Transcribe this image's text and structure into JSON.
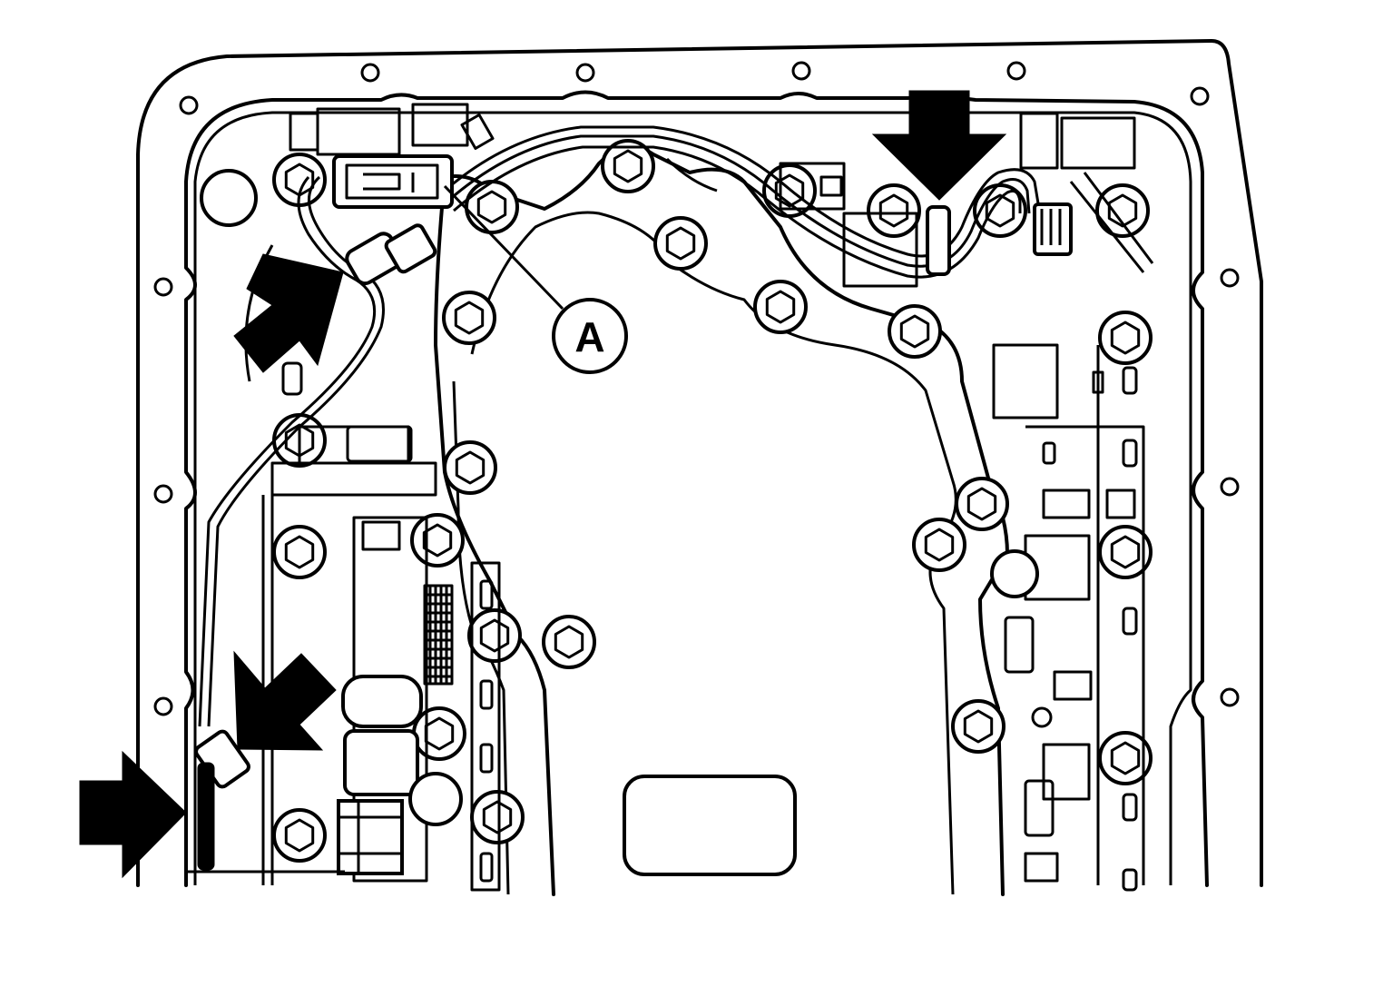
{
  "diagram": {
    "callouts": [
      {
        "id": "A",
        "label": "A"
      }
    ],
    "arrows": [
      {
        "name": "arrow-top-right",
        "direction": "down"
      },
      {
        "name": "arrow-upper-left",
        "direction": "up-right"
      },
      {
        "name": "arrow-lower-left",
        "direction": "down-left"
      },
      {
        "name": "arrow-bottom-left",
        "direction": "right"
      }
    ],
    "colors": {
      "line": "#000000",
      "background": "#ffffff"
    }
  }
}
